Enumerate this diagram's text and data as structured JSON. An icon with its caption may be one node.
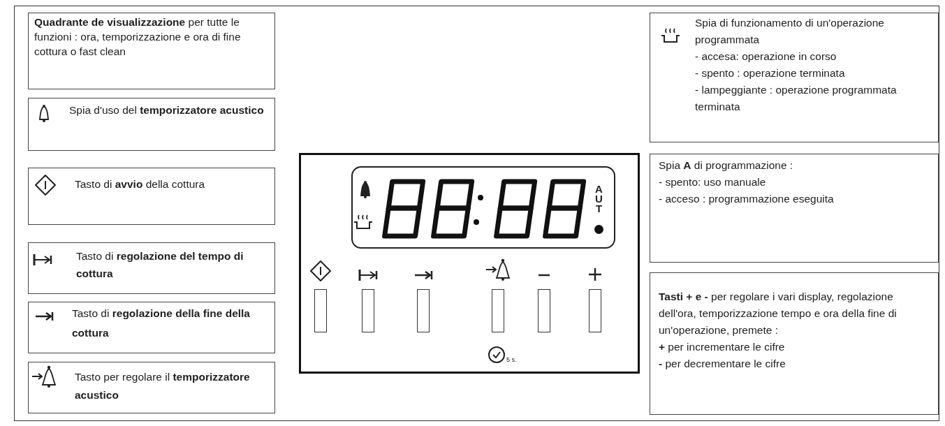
{
  "diagram": {
    "nodes": [
      {
        "text": [
          "**Quadrante de visualizzazione** per tutte le funzioni : ora, temporizzazione e ora di fine cottura o fast clean"
        ]
      },
      {
        "text": [
          "Spia d'uso del **temporizzatore acustico**"
        ]
      },
      {
        "text": [
          "Tasto di **avvio** della cottura"
        ]
      },
      {
        "text": [
          "Tasto di **regolazione del tempo di cottura**"
        ]
      },
      {
        "text": [
          "Tasto di **regolazione della fine della cottura**"
        ]
      },
      {
        "text": [
          "Tasto per regolare il **temporizzatore acustico**"
        ]
      },
      {
        "text": [
          "Spia di funzionamento di un'operazione programmata",
          "- accesa: operazione in corso",
          "- spento : operazione terminata",
          "- lampeggiante : operazione programmata terminata"
        ]
      },
      {
        "text": [
          "Spia **A** di programmazione :",
          "- spento: uso manuale",
          "- acceso : programmazione eseguita"
        ]
      },
      {
        "text": [
          "**Tasti + e -** per regolare i vari display, regolazione dell'ora, temporizzazione tempo e ora della fine di un'operazione, premete :",
          "**+** per incrementare le cifre",
          "**-** per decrementare le cifre"
        ]
      }
    ],
    "labels": [
      "AUT",
      "5 s."
    ]
  }
}
